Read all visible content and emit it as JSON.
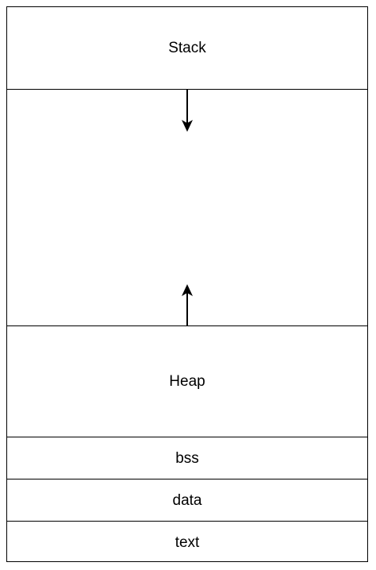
{
  "segments": {
    "stack": "Stack",
    "heap": "Heap",
    "bss": "bss",
    "data": "data",
    "text": "text"
  },
  "arrows": {
    "stack_growth": "down",
    "heap_growth": "up"
  },
  "colors": {
    "line": "#000000",
    "background": "#ffffff"
  }
}
